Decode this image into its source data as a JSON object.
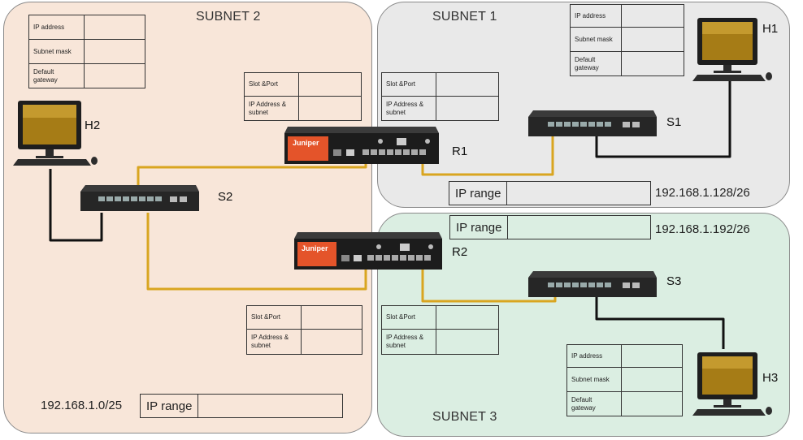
{
  "subnet1": {
    "title": "SUBNET 1",
    "host_table": {
      "ip_address": "IP address",
      "subnet_mask": "Subnet mask",
      "default_gateway": "Default gateway"
    },
    "router_table": {
      "slot_port": "Slot &Port",
      "ip_subnet": "IP Address & subnet"
    },
    "ip_range_label": "IP range",
    "ip_range_value": "192.168.1.128/26"
  },
  "subnet2": {
    "title": "SUBNET 2",
    "host_table": {
      "ip_address": "IP address",
      "subnet_mask": "Subnet mask",
      "default_gateway": "Default gateway"
    },
    "router_table_r1": {
      "slot_port": "Slot &Port",
      "ip_subnet": "IP Address & subnet"
    },
    "router_table_r2": {
      "slot_port": "Slot &Port",
      "ip_subnet": "IP Address & subnet"
    },
    "ip_range_label": "IP range",
    "ip_range_value": "192.168.1.0/25"
  },
  "subnet3": {
    "title": "SUBNET 3",
    "host_table": {
      "ip_address": "IP address",
      "subnet_mask": "Subnet mask",
      "default_gateway": "Default gateway"
    },
    "router_table": {
      "slot_port": "Slot &Port",
      "ip_subnet": "IP Address & subnet"
    },
    "ip_range_label": "IP range",
    "ip_range_value": "192.168.1.192/26"
  },
  "devices": {
    "h1": "H1",
    "h2": "H2",
    "h3": "H3",
    "s1": "S1",
    "s2": "S2",
    "s3": "S3",
    "r1": "R1",
    "r2": "R2",
    "router_brand": "Juniper"
  },
  "colors": {
    "subnet1_bg": "#e9e9e9",
    "subnet2_bg": "#f8e6d9",
    "subnet3_bg": "#dbeee2",
    "router_link": "#d9a520",
    "host_link": "#111111",
    "router_accent": "#e4542a"
  },
  "icons": [
    "monitor-icon",
    "switch-icon",
    "router-icon"
  ]
}
